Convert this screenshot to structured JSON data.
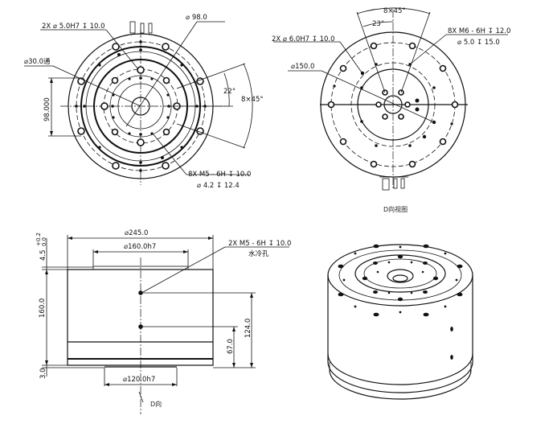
{
  "drawing": {
    "front_view": {
      "callouts": {
        "pin_holes": "2X ⌀ 5.0H7 ↧ 10.0",
        "bore_dia": "⌀ 98.0",
        "through_hole": "⌀30.0通",
        "bolt_circle_height": "98.000",
        "angle_small": "22°",
        "angle_pattern": "8×45°",
        "threaded_holes_line1": "8X  M5 - 6H ↧ 10.0",
        "threaded_holes_line2": "⌀ 4.2 ↧ 12.4"
      }
    },
    "rear_view": {
      "title": "D向视图",
      "callouts": {
        "angle_pattern": "8×45°",
        "angle_small": "23°",
        "pin_holes": "2X ⌀ 6.0H7 ↧ 10.0",
        "flange_dia": "⌀150.0",
        "threaded_holes_line1": "8X  M6 - 6H ↧ 12.0",
        "threaded_holes_line2": "⌀ 5.0 ↧ 15.0"
      }
    },
    "side_view": {
      "callouts": {
        "outer_dia": "⌀245.0",
        "top_spigot_dia": "⌀160.0h7",
        "bottom_spigot_dia": "⌀120.0h7",
        "top_spigot_height": "4.5",
        "tolerance_upper": "+0.2",
        "tolerance_lower": "0.0",
        "body_height": "160.0",
        "bottom_spigot_height": "3.0",
        "cooling_holes_line1": "2X  M5 - 6H ↧ 10.0",
        "cooling_holes_line2": "水冷孔",
        "upper_hole_height": "124.0",
        "lower_hole_height": "67.0",
        "view_direction": "D向"
      }
    },
    "iso_view": {
      "label": ""
    }
  }
}
